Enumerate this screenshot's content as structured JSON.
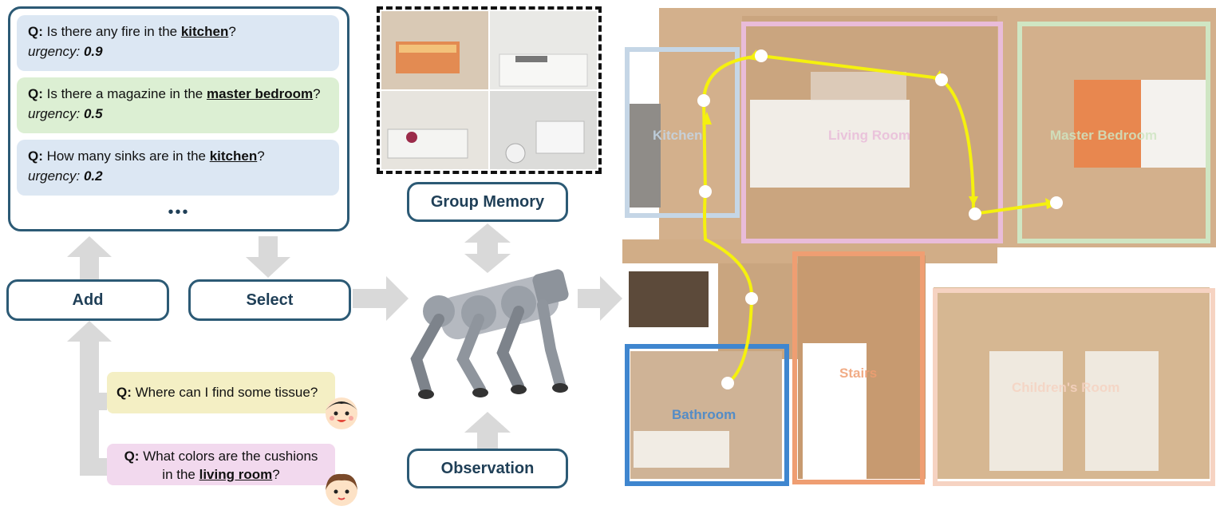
{
  "queue": {
    "items": [
      {
        "q": "Q:",
        "pre": "Is there any fire in the ",
        "room": "kitchen",
        "post": "?",
        "urgency_label": "urgency:",
        "urgency": "0.9",
        "color": "#dce7f3"
      },
      {
        "q": "Q:",
        "pre": "Is there a magazine in the ",
        "room": "master bedroom",
        "post": "?",
        "urgency_label": "urgency:",
        "urgency": "0.5",
        "color": "#dcefd3"
      },
      {
        "q": "Q:",
        "pre": "How many sinks are in the ",
        "room": "kitchen",
        "post": "?",
        "urgency_label": "urgency:",
        "urgency": "0.2",
        "color": "#dce7f3"
      }
    ],
    "ellipsis": "•••"
  },
  "buttons": {
    "add": "Add",
    "select": "Select",
    "group_memory": "Group Memory",
    "observation": "Observation"
  },
  "user_questions": [
    {
      "q": "Q:",
      "pre": "Where can I find some tissue?",
      "room": "",
      "post": "",
      "color": "#f4efc4"
    },
    {
      "q": "Q:",
      "pre": "What colors are the cushions",
      "line2_pre": "in the ",
      "room": "living room",
      "post": "?",
      "color": "#f2d9ee"
    }
  ],
  "rooms": [
    {
      "name": "Kitchen",
      "color": "#c5d6e6"
    },
    {
      "name": "Living Room",
      "color": "#e9bcd9"
    },
    {
      "name": "Master Bedroom",
      "color": "#cfe6c3"
    },
    {
      "name": "Stairs",
      "color": "#ef9e72"
    },
    {
      "name": "Bathroom",
      "color": "#3f86cf"
    },
    {
      "name": "Children's Room",
      "color": "#f6d3c2"
    }
  ],
  "colors": {
    "accent": "#2c5a75",
    "path": "#f5f10e",
    "arrow": "#d9d9d9"
  }
}
